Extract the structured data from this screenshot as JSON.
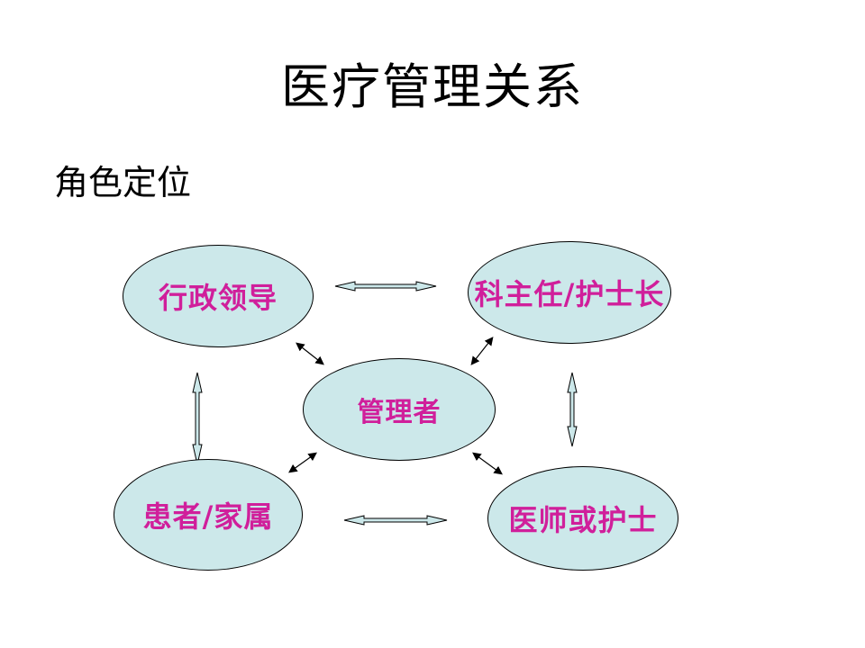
{
  "slide": {
    "title": "医疗管理关系",
    "section": "角色定位"
  },
  "diagram": {
    "nodes": {
      "admin": "行政领导",
      "chief": "科主任/护士长",
      "manager": "管理者",
      "patient": "患者/家属",
      "doctor": "医师或护士"
    },
    "colors": {
      "node_fill": "#cce8ea",
      "node_text": "#d01f9b",
      "arrow_fill": "#cce8ea"
    }
  }
}
